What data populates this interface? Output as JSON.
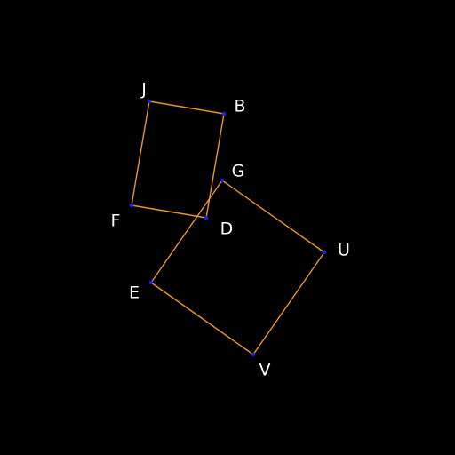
{
  "colors": {
    "background": "#000000",
    "edge": "#e8952a",
    "vertex": "#2222ee",
    "label": "#ffffff"
  },
  "shapes": [
    {
      "name": "quadrilateral-jbdf",
      "vertices": [
        "J",
        "B",
        "D",
        "F"
      ]
    },
    {
      "name": "square-guve",
      "vertices": [
        "G",
        "U",
        "V",
        "E"
      ]
    }
  ],
  "points": [
    {
      "id": "J",
      "label": "J"
    },
    {
      "id": "B",
      "label": "B"
    },
    {
      "id": "D",
      "label": "D"
    },
    {
      "id": "F",
      "label": "F"
    },
    {
      "id": "G",
      "label": "G"
    },
    {
      "id": "U",
      "label": "U"
    },
    {
      "id": "V",
      "label": "V"
    },
    {
      "id": "E",
      "label": "E"
    }
  ]
}
